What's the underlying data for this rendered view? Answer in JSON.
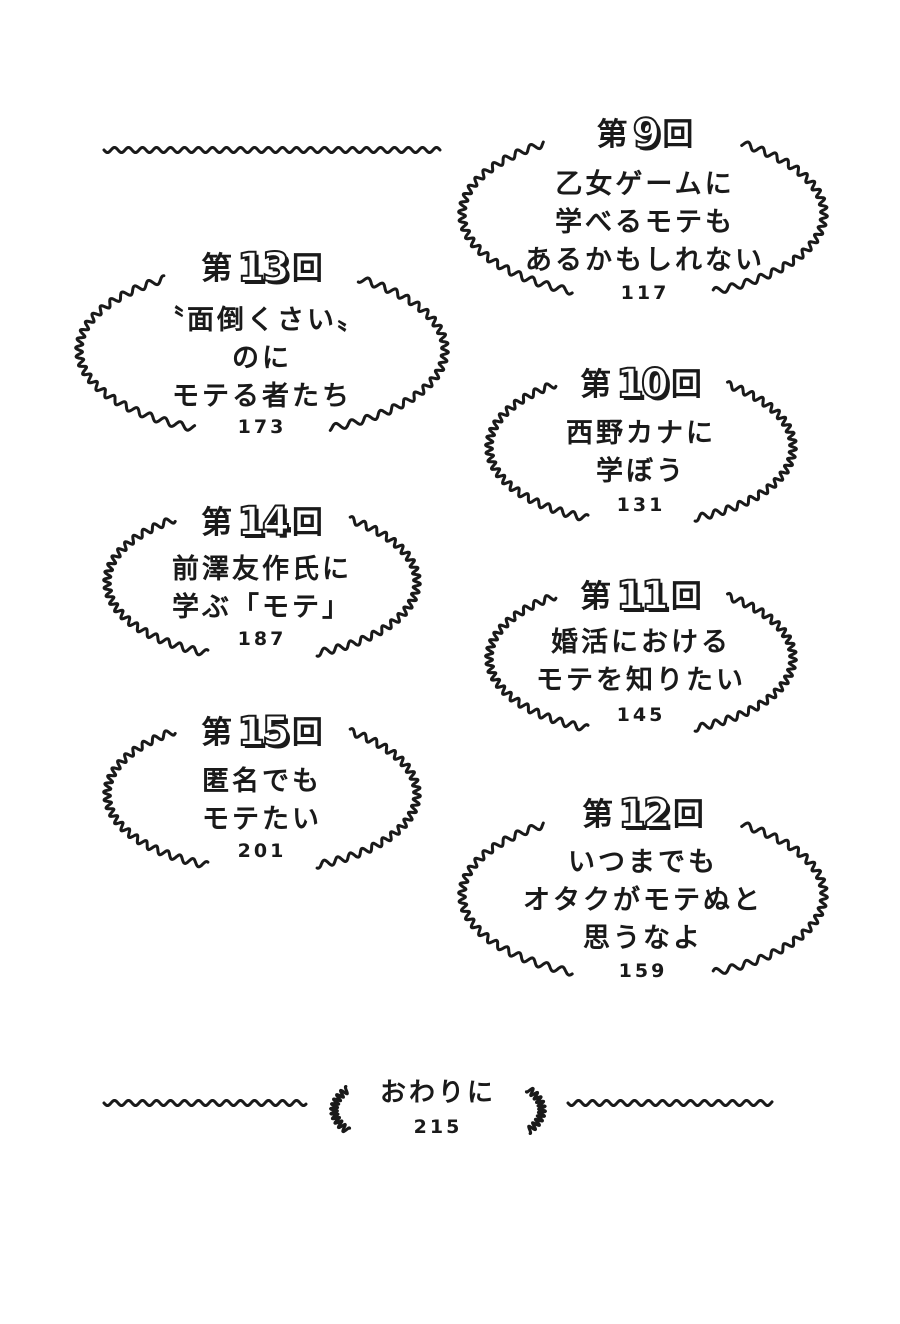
{
  "chapter_prefix": "第",
  "chapter_suffix": "回",
  "toc": [
    {
      "num": "9",
      "lines": [
        "乙女ゲームに",
        "学べるモテも",
        "あるかもしれない"
      ],
      "page": "117"
    },
    {
      "num": "10",
      "lines": [
        "西野カナに",
        "学ぼう"
      ],
      "page": "131"
    },
    {
      "num": "11",
      "lines": [
        "婚活における",
        "モテを知りたい"
      ],
      "page": "145"
    },
    {
      "num": "12",
      "lines": [
        "いつまでも",
        "オタクがモテぬと",
        "思うなよ"
      ],
      "page": "159"
    },
    {
      "num": "13",
      "lines": [
        "〝面倒くさい〟",
        "のに",
        "モテる者たち"
      ],
      "page": "173"
    },
    {
      "num": "14",
      "lines": [
        "前澤友作氏に",
        "学ぶ「モテ」"
      ],
      "page": "187"
    },
    {
      "num": "15",
      "lines": [
        "匿名でも",
        "モテたい"
      ],
      "page": "201"
    }
  ],
  "afterword": {
    "title": "おわりに",
    "page": "215"
  }
}
